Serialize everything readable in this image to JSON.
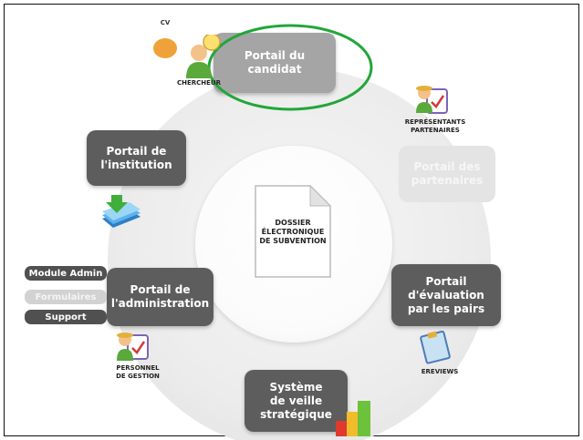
{
  "center": {
    "text": "DOSSIER\nÉLECTRONIQUE\nDE SUBVENTION"
  },
  "portals": {
    "candidat": "Portail du\ncandidat",
    "partenaires": "Portail des\npartenaires",
    "evaluation": "Portail\nd'évaluation\npar les pairs",
    "veille": "Système\nde veille\nstratégique",
    "administration": "Portail de\nl'administration",
    "institution": "Portail de\nl'institution"
  },
  "actors": {
    "chercheur": "CHERCHEUR",
    "representants": "REPRÉSENTANTS\nPARTENAIRES",
    "ereviews": "EREVIEWS",
    "personnel": "PERSONNEL\nDE GESTION",
    "cv_badge": "CV"
  },
  "admin_menu": {
    "module_admin": "Module Admin",
    "formulaires": "Formulaires",
    "support": "Support"
  },
  "colors": {
    "highlight": "#22a63a",
    "dark_box": "#5d5d5d",
    "mid_box": "#a5a5a5",
    "faded_box": "#e4e4e4"
  },
  "icons": [
    "person-cv-icon",
    "representative-badge-icon",
    "download-books-icon",
    "manager-badge-icon",
    "clipboard-icon",
    "bar-blocks-icon",
    "document-icon"
  ]
}
